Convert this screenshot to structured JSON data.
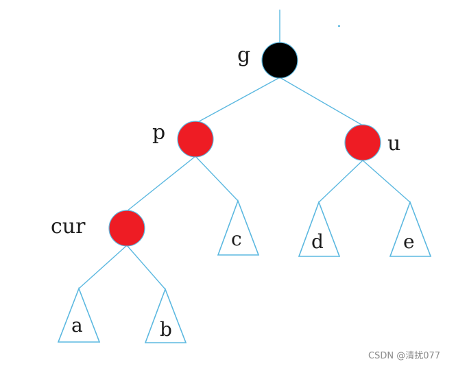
{
  "diagram": {
    "nodes": {
      "g": {
        "label": "g",
        "color": "#000000"
      },
      "p": {
        "label": "p",
        "color": "#ee1c24"
      },
      "u": {
        "label": "u",
        "color": "#ee1c24"
      },
      "cur": {
        "label": "cur",
        "color": "#ee1c24"
      }
    },
    "subtrees": {
      "a": "a",
      "b": "b",
      "c": "c",
      "d": "d",
      "e": "e"
    },
    "edge_color": "#5bb8e0"
  },
  "watermark": "CSDN @清扰077"
}
